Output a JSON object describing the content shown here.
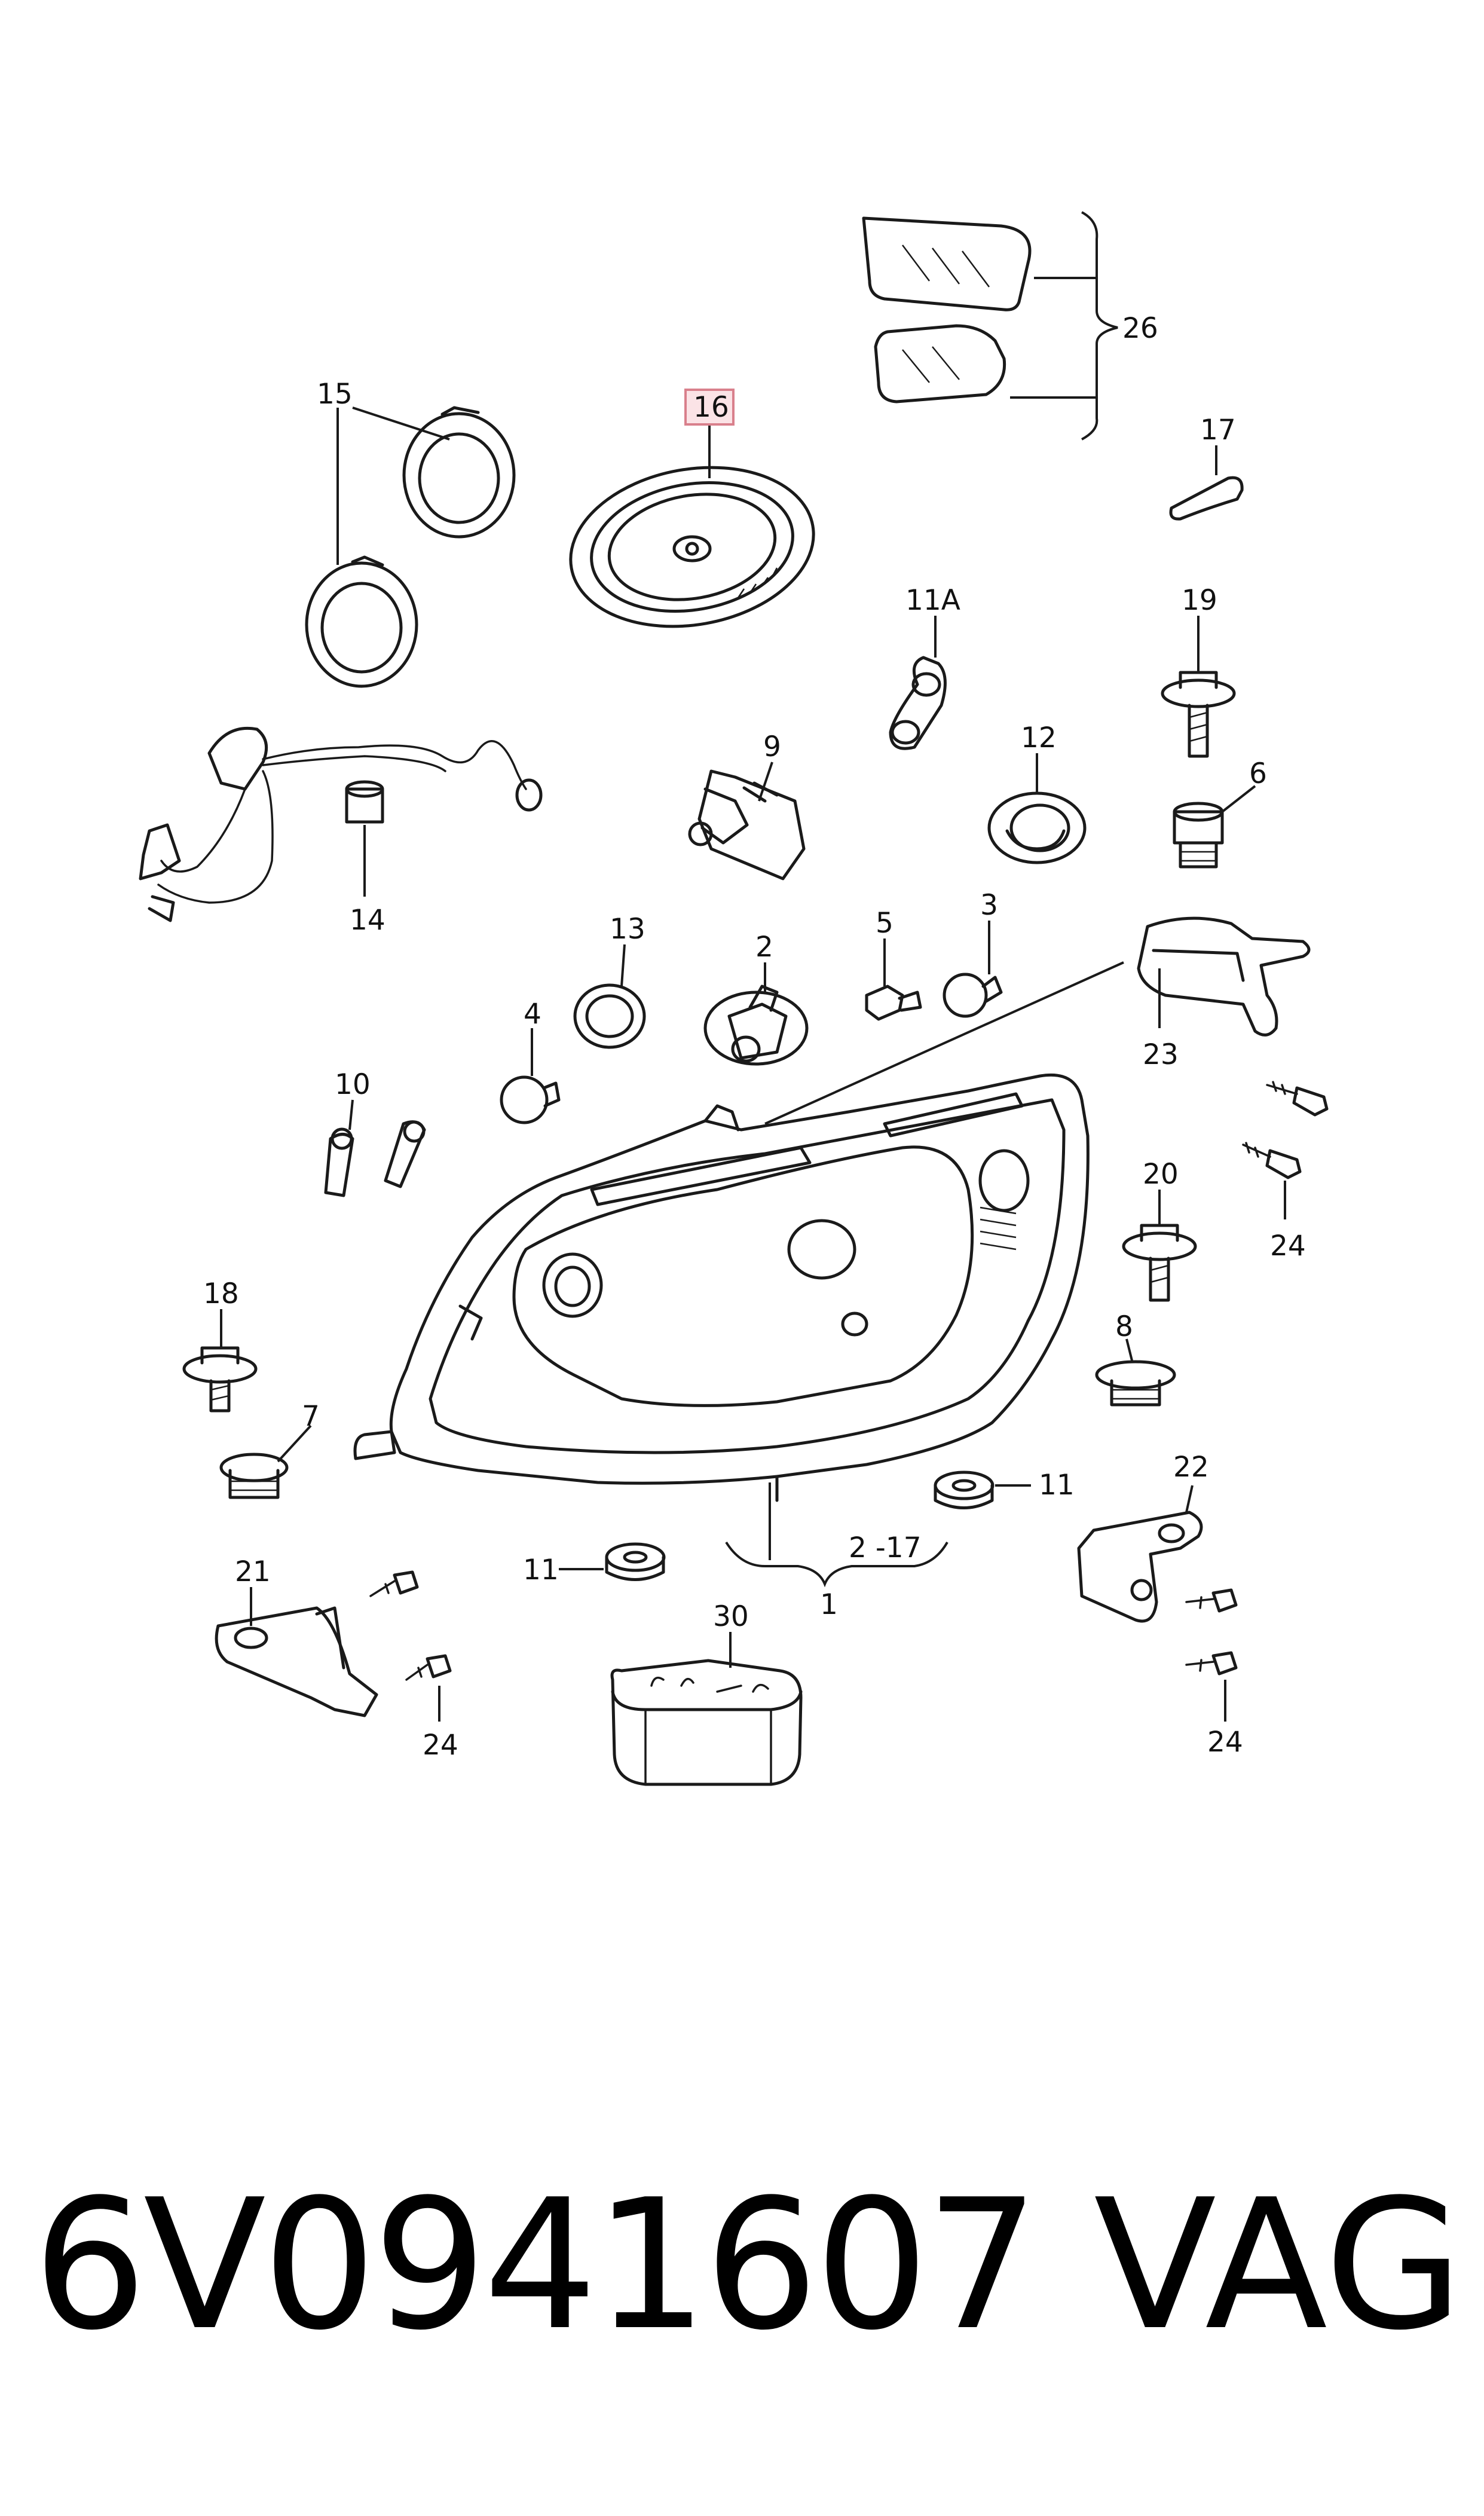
{
  "diagram": {
    "labels": [
      {
        "id": "26",
        "text": "26"
      },
      {
        "id": "15",
        "text": "15"
      },
      {
        "id": "16",
        "text": "16",
        "highlighted": true
      },
      {
        "id": "17",
        "text": "17"
      },
      {
        "id": "11A",
        "text": "11A"
      },
      {
        "id": "19",
        "text": "19"
      },
      {
        "id": "9",
        "text": "9"
      },
      {
        "id": "12",
        "text": "12"
      },
      {
        "id": "6",
        "text": "6"
      },
      {
        "id": "14",
        "text": "14"
      },
      {
        "id": "13",
        "text": "13"
      },
      {
        "id": "2",
        "text": "2"
      },
      {
        "id": "5",
        "text": "5"
      },
      {
        "id": "3",
        "text": "3"
      },
      {
        "id": "23",
        "text": "23"
      },
      {
        "id": "4",
        "text": "4"
      },
      {
        "id": "10",
        "text": "10"
      },
      {
        "id": "24a",
        "text": "24"
      },
      {
        "id": "20",
        "text": "20"
      },
      {
        "id": "18",
        "text": "18"
      },
      {
        "id": "8",
        "text": "8"
      },
      {
        "id": "7",
        "text": "7"
      },
      {
        "id": "11b",
        "text": "11"
      },
      {
        "id": "22",
        "text": "22"
      },
      {
        "id": "2-17",
        "text": "2 -17"
      },
      {
        "id": "11c",
        "text": "11"
      },
      {
        "id": "1",
        "text": "1"
      },
      {
        "id": "21",
        "text": "21"
      },
      {
        "id": "30",
        "text": "30"
      },
      {
        "id": "24b",
        "text": "24"
      },
      {
        "id": "24c",
        "text": "24"
      }
    ],
    "highlight_color": "#d9808c"
  },
  "footer": {
    "part_number": "6V0941607",
    "brand": "VAG"
  }
}
